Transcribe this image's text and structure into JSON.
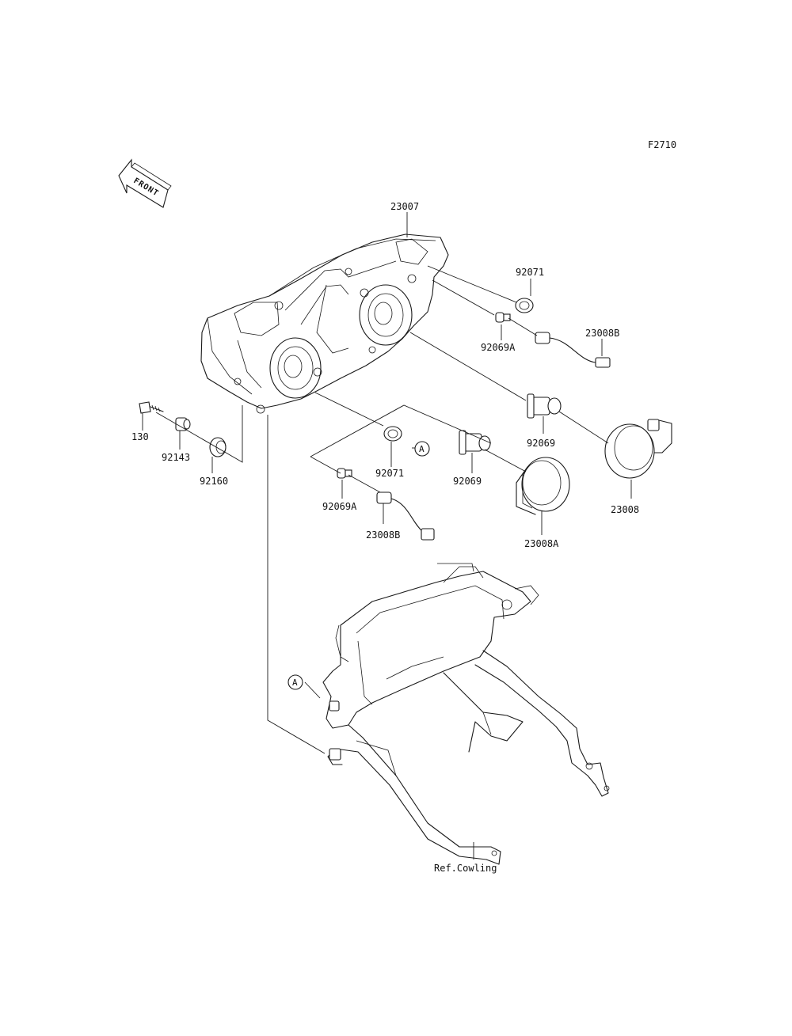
{
  "diagram_code": "F2710",
  "front_label": "FRONT",
  "callouts": {
    "p23007": "23007",
    "p92071_top": "92071",
    "p23008B_top": "23008B",
    "p92069A_top": "92069A",
    "p92069_right": "92069",
    "p23008": "23008",
    "p130": "130",
    "p92143": "92143",
    "p92160": "92160",
    "p92071_mid": "92071",
    "p92069_mid": "92069",
    "p23008A": "23008A",
    "p92069A_bottom": "92069A",
    "p23008B_bottom": "23008B",
    "ref_cowling": "Ref.Cowling"
  },
  "markers": {
    "a_upper": "A",
    "a_lower": "A"
  }
}
